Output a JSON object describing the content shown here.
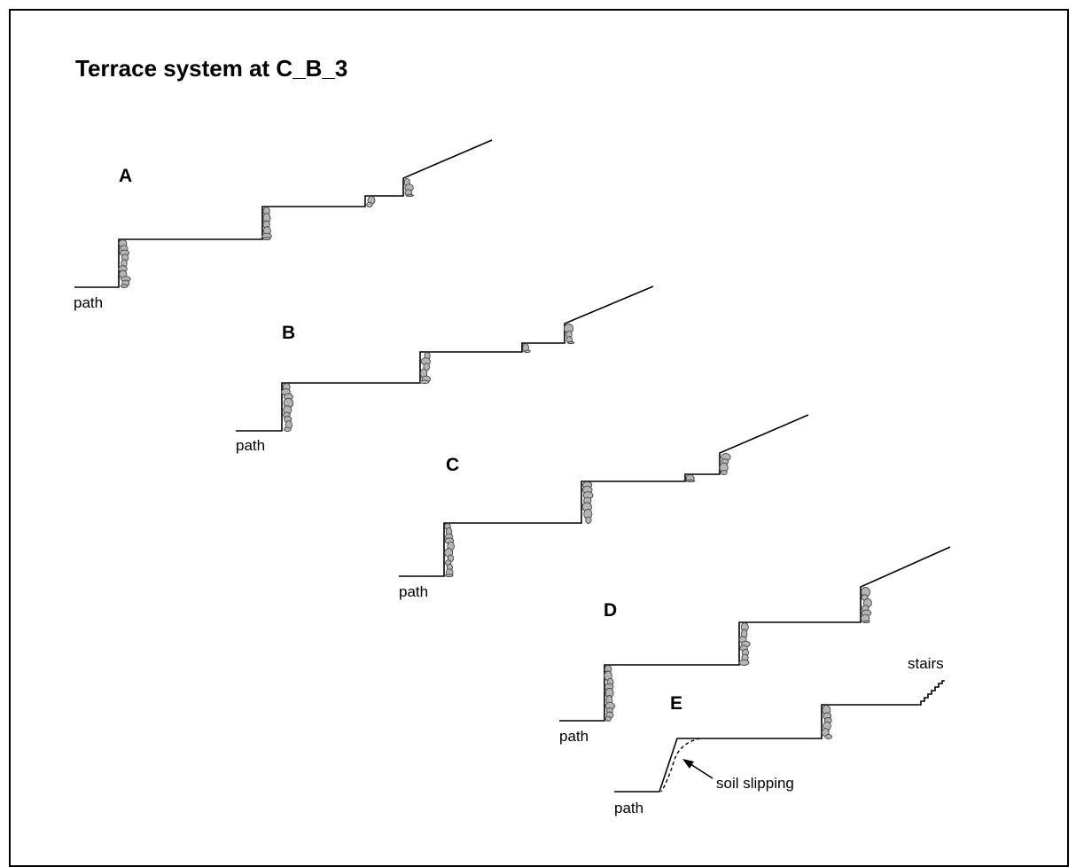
{
  "title": "Terrace system at C_B_3",
  "profiles": [
    {
      "id": "A",
      "letter": "A",
      "path_label": "path"
    },
    {
      "id": "B",
      "letter": "B",
      "path_label": "path"
    },
    {
      "id": "C",
      "letter": "C",
      "path_label": "path"
    },
    {
      "id": "D",
      "letter": "D",
      "path_label": "path"
    },
    {
      "id": "E",
      "letter": "E",
      "path_label": "path",
      "stairs_label": "stairs",
      "annotation": "soil slipping"
    }
  ],
  "colors": {
    "stone_fill": "#b5b5b5",
    "stone_stroke": "#444444",
    "line": "#000000"
  }
}
